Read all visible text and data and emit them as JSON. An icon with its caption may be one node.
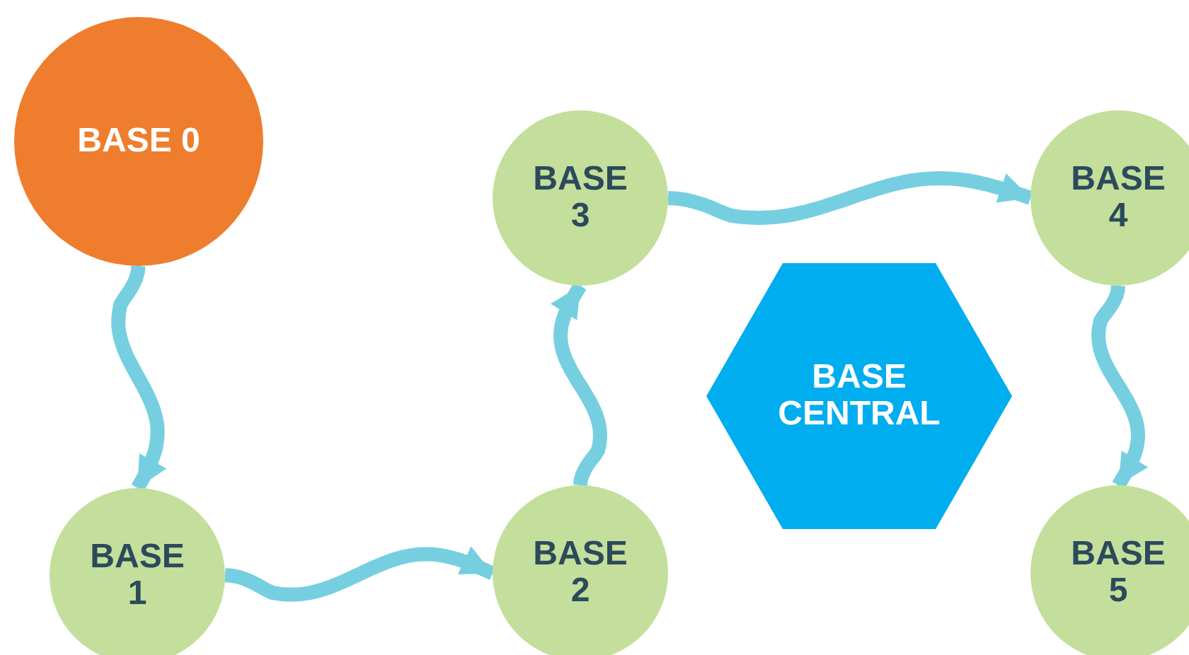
{
  "diagram": {
    "nodes": [
      {
        "text": [
          "BASE 0"
        ]
      },
      {
        "text": [
          "BASE 1"
        ]
      },
      {
        "text": [
          "BASE 2"
        ]
      },
      {
        "text": [
          "BASE 3"
        ]
      },
      {
        "text": [
          "BASE 4"
        ]
      },
      {
        "text": [
          "BASE 5"
        ]
      },
      {
        "text": [
          "BASE CENTRAL"
        ]
      }
    ],
    "edges": [
      {
        "from": 0,
        "to": 1,
        "arrow": "to"
      },
      {
        "from": 1,
        "to": 2,
        "arrow": "to"
      },
      {
        "from": 2,
        "to": 3,
        "arrow": "to"
      },
      {
        "from": 3,
        "to": 4,
        "arrow": "to"
      },
      {
        "from": 4,
        "to": 5,
        "arrow": "to"
      }
    ]
  }
}
